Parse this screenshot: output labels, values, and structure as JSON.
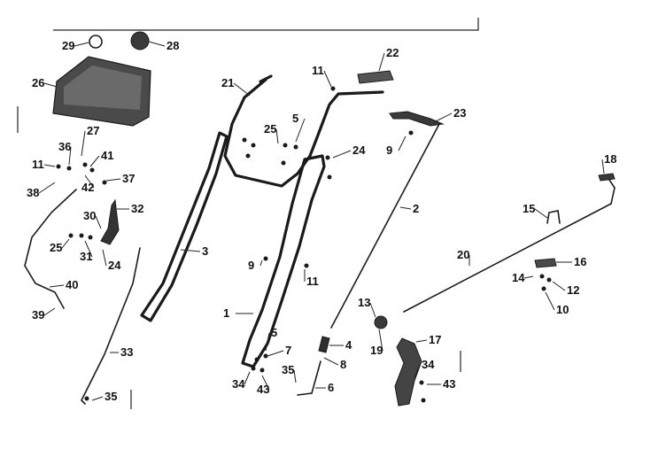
{
  "diagram": {
    "callouts": [
      "29",
      "28",
      "26",
      "22",
      "11",
      "21",
      "25",
      "5",
      "23",
      "9",
      "24",
      "27",
      "36",
      "41",
      "11",
      "37",
      "38",
      "42",
      "32",
      "30",
      "25",
      "31",
      "24",
      "18",
      "15",
      "2",
      "3",
      "9",
      "11",
      "1",
      "20",
      "16",
      "14",
      "12",
      "10",
      "40",
      "39",
      "13",
      "19",
      "17",
      "4",
      "5",
      "7",
      "8",
      "33",
      "35",
      "34",
      "43",
      "6",
      "34",
      "43",
      "35"
    ]
  }
}
